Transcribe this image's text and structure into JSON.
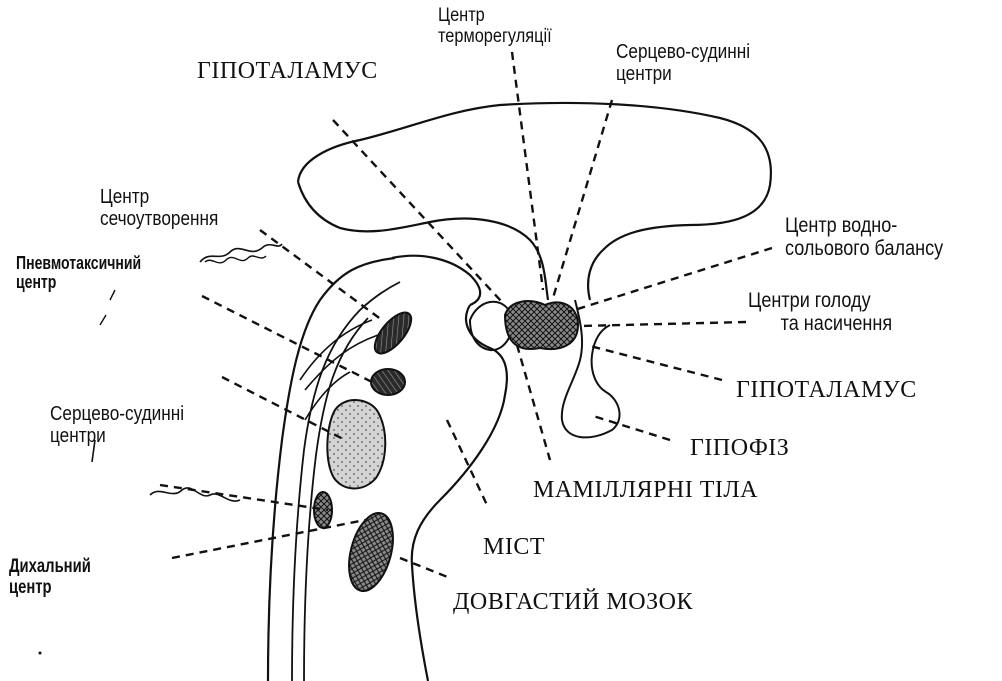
{
  "diagram": {
    "labels": {
      "thermo_center": [
        "Центр",
        "терморегуляції"
      ],
      "cardio_center_top": [
        "Серцево-судинні",
        "центри"
      ],
      "hypothalamus_top": "ГІПОТАЛАМУС",
      "urination_center": [
        "Центр",
        "сечоутворення"
      ],
      "pneumotaxic_center": [
        "Пневмотаксичний",
        "центр"
      ],
      "water_salt_center": [
        "Центр водно-",
        "сольового балансу"
      ],
      "hunger_satiety_centers": [
        "Центри голоду",
        "та насичення"
      ],
      "hypothalamus_right": "ГІПОТАЛАМУС",
      "cardio_center_left": [
        "Серцево-судинні",
        "центри"
      ],
      "pituitary": "ГІПОФІЗ",
      "mammillary_bodies": "МАМІЛЛЯРНІ ТІЛА",
      "pons": "МІСТ",
      "respiratory_center": [
        "Дихальний",
        "центр"
      ],
      "medulla": "ДОВГАСТИЙ МОЗОК"
    },
    "colors": {
      "ink": "#111111",
      "stipple_fill": "#cfcfcf",
      "crosshatch_fill": "#6e6e6e",
      "hatch_fill": "#3a3a3a"
    }
  }
}
